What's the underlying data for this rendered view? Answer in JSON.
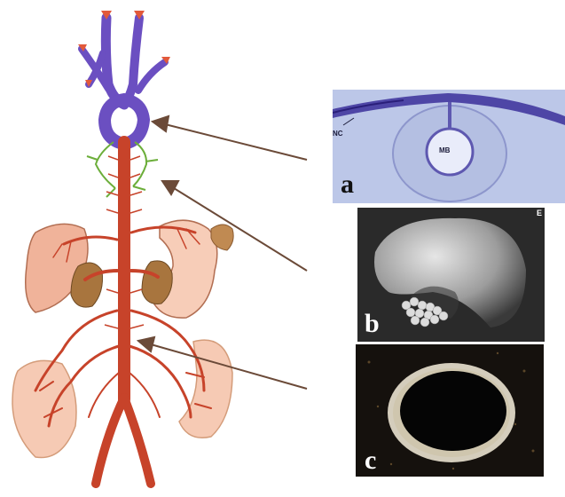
{
  "panels": {
    "a": {
      "letter": "a",
      "labels": {
        "nc": "NC",
        "mb": "MB"
      }
    },
    "b": {
      "letter": "b",
      "corner_label": "E"
    },
    "c": {
      "letter": "c"
    }
  },
  "colors": {
    "aorta_red": "#c7432a",
    "cranial_vessels_purple": "#6b4fc1",
    "ganglia_green": "#6cae3a",
    "arrow_brown": "#6b4a38",
    "organ_peach": "#f0b39a",
    "kidney_brown": "#a8753e"
  }
}
